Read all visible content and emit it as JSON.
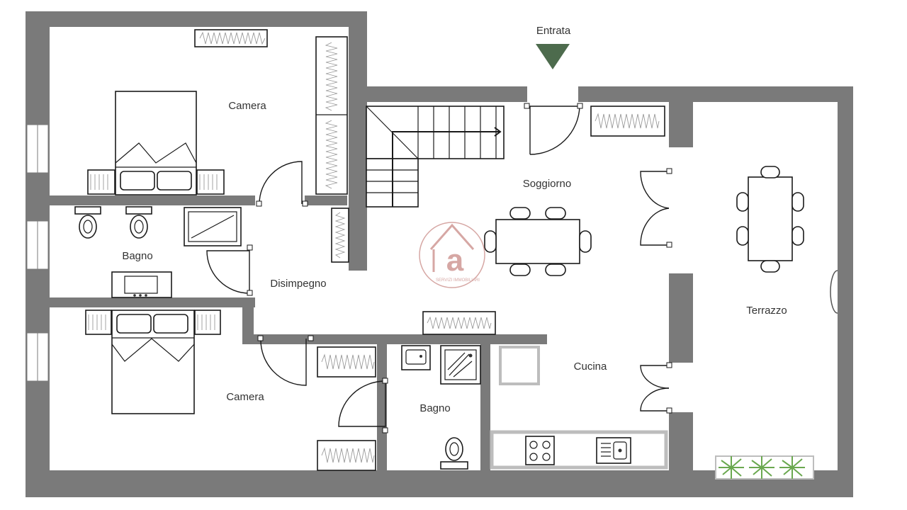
{
  "plan": {
    "entrance_label": "Entrata",
    "rooms": {
      "camera_top": "Camera",
      "bagno_left": "Bagno",
      "disimpegno": "Disimpegno",
      "soggiorno": "Soggiorno",
      "camera_bottom": "Camera",
      "bagno_center": "Bagno",
      "cucina": "Cucina",
      "terrazzo": "Terrazzo"
    },
    "watermark": {
      "letter": "a",
      "caption": "SERVIZI IMMOBILIARI"
    }
  },
  "colors": {
    "wall": "#7a7a7a",
    "entrance_marker": "#4d6b4d",
    "watermark": "#c98a86",
    "kitchen_counter": "#bdbdbd",
    "plants": "#6aa84f"
  }
}
